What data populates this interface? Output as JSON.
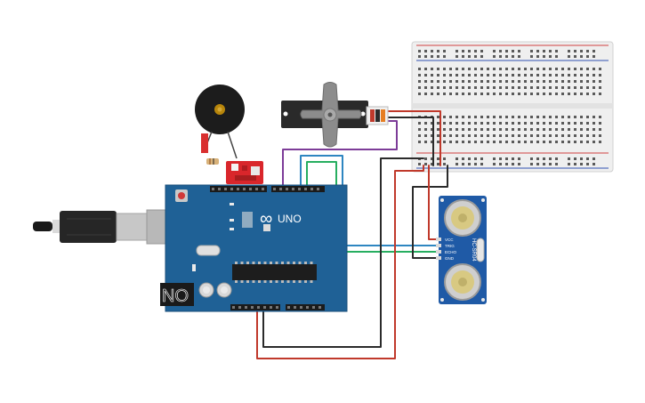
{
  "arduino": {
    "board_label": "UNO",
    "logo_text": "∞"
  },
  "sensor": {
    "model": "HC-SR04",
    "pins": [
      "VCC",
      "TRIG",
      "ECHO",
      "GND"
    ]
  },
  "colors": {
    "board": "#1f6196",
    "board_dark": "#184e79",
    "wire_red": "#c0392b",
    "wire_black": "#2b2b2b",
    "wire_purple": "#7d3c98",
    "wire_blue": "#2e86c1",
    "wire_green": "#27ae60",
    "breadboard": "#eeeeee",
    "rail_red": "#d04040",
    "rail_blue": "#3050b0",
    "servo_body": "#2a2a2a",
    "horn": "#8c8c8c",
    "led_module": "#d9262b"
  },
  "icons": [
    "usb-plug-icon",
    "power-jack-icon",
    "reset-button-icon",
    "crystal-icon",
    "ic-chip-icon",
    "capacitor-icon",
    "buzzer-icon",
    "servo-icon",
    "breadboard-icon",
    "ultrasonic-transducer-icon"
  ]
}
